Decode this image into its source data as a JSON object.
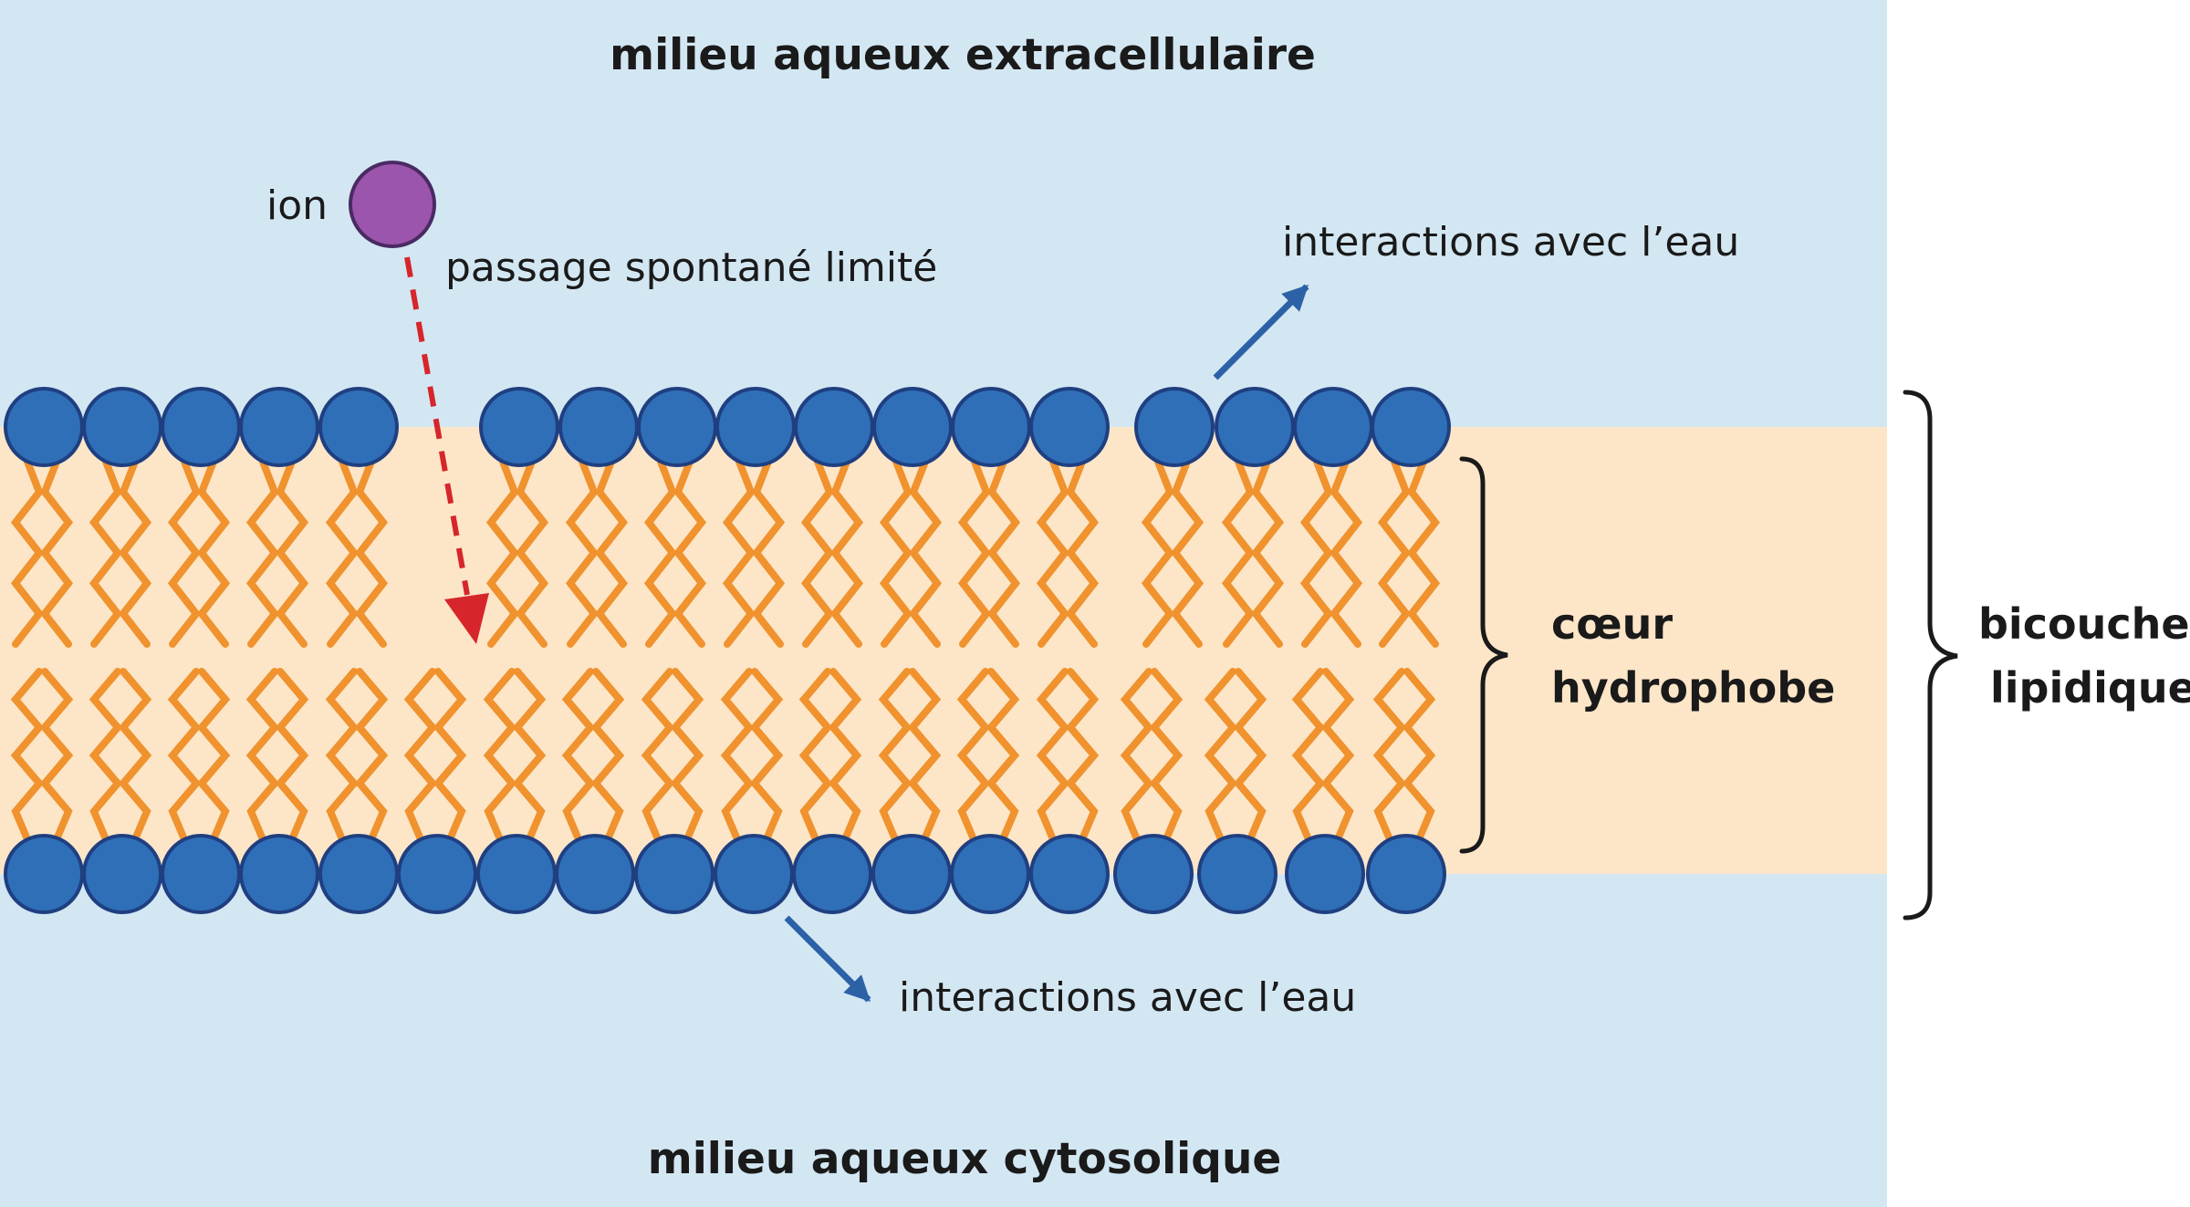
{
  "labels": {
    "extracellular": "milieu aqueux extracellulaire",
    "cytosolic": "milieu aqueux cytosolique",
    "ion": "ion",
    "passage": "passage spontané limité",
    "water_top": "interactions avec l’eau",
    "water_bottom": "interactions avec l’eau",
    "core_line1": "cœur",
    "core_line2": "hydrophobe",
    "bilayer_line1": "bicouche",
    "bilayer_line2": "lipidique"
  },
  "colors": {
    "water": "#d3e7f3",
    "core": "#fde6c8",
    "head": "#2f6fb8",
    "head_stroke": "#1f3f80",
    "tail": "#f0922e",
    "ion": "#9b55ac",
    "ion_stroke": "#4a2a63",
    "passage_arrow": "#d6262b",
    "water_arrow": "#2c61a6",
    "bracket": "#1a1a1a"
  },
  "icons": {
    "ion": "ion-circle",
    "lipid_head": "phospholipid-head-circle",
    "lipid_tail": "zigzag-tail",
    "arrow": "arrow-icon",
    "bracket": "curly-bracket"
  }
}
